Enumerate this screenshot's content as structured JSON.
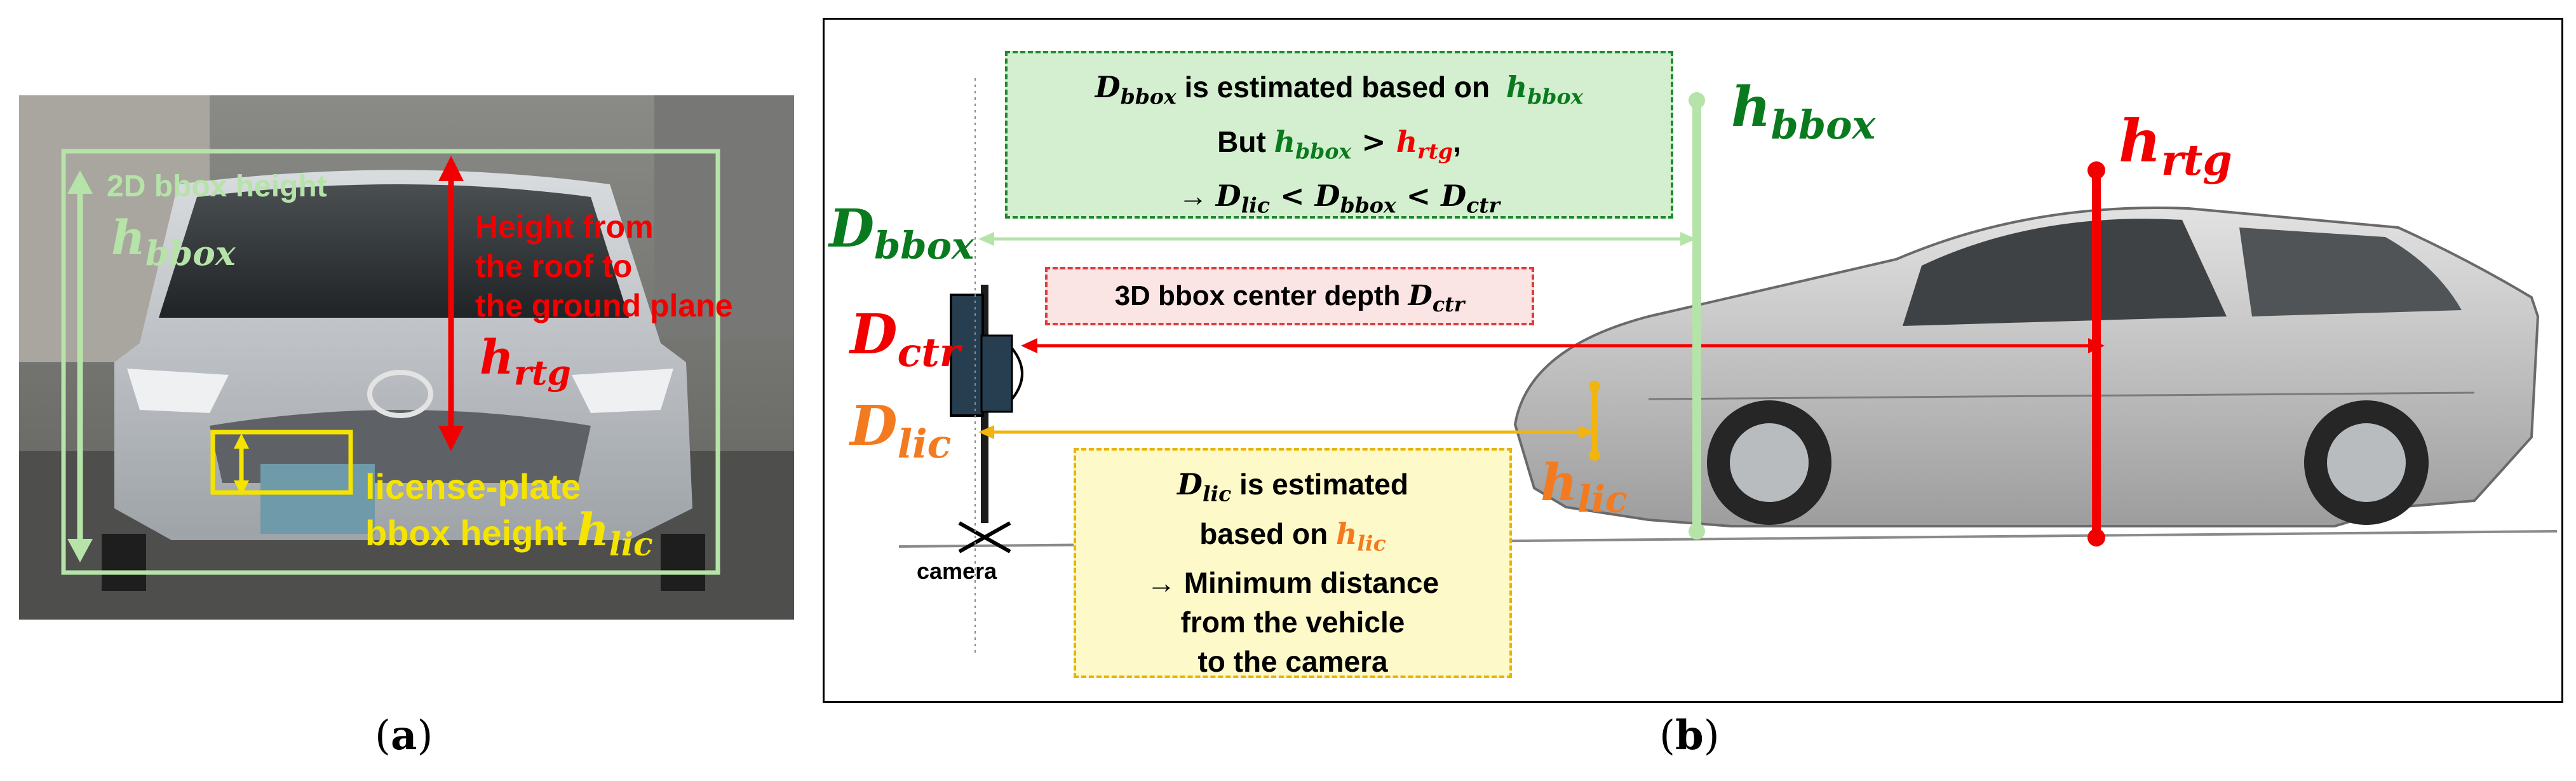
{
  "colors": {
    "green": "#0a7a1e",
    "light_green": "#b5e3a8",
    "red": "#f20000",
    "orange": "#f47a1f",
    "yellow": "#f5e400",
    "black": "#000000"
  },
  "panel_a": {
    "caption_letter": "a",
    "bbox_label": "2D bbox height",
    "h_bbox": {
      "base": "h",
      "sub": "bbox"
    },
    "height_text": [
      "Height  from",
      "the roof to",
      "the ground plane"
    ],
    "h_rtg": {
      "base": "h",
      "sub": "rtg"
    },
    "plate_text": [
      "license-plate",
      "bbox height"
    ],
    "h_lic": {
      "base": "h",
      "sub": "lic"
    }
  },
  "panel_b": {
    "caption_letter": "b",
    "green_box": {
      "line1_base": "D",
      "line1_sub": "bbox",
      "line1_text": " is estimated based on  ",
      "line1_h": "h",
      "line1_hsub": "bbox",
      "line2_prefix": "But ",
      "line2_a": "h",
      "line2_asub": "bbox",
      "line2_op": " > ",
      "line2_b": "h",
      "line2_bsub": "rtg",
      "line2_end": ",",
      "line3_arrow": "→ ",
      "line3": [
        {
          "b": "D",
          "s": "lic"
        },
        {
          "op": " < "
        },
        {
          "b": "D",
          "s": "bbox"
        },
        {
          "op": " < "
        },
        {
          "b": "D",
          "s": "ctr"
        }
      ]
    },
    "red_box": {
      "text": "3D bbox center depth ",
      "base": "D",
      "sub": "ctr"
    },
    "yellow_box": {
      "l1_base": "D",
      "l1_sub": "lic",
      "l1_text": " is estimated",
      "l2_text": "based on ",
      "l2_base": "h",
      "l2_sub": "lic",
      "l3": "→ Minimum distance",
      "l4": "from the vehicle",
      "l5": "to the camera"
    },
    "labels": {
      "D_bbox": {
        "base": "D",
        "sub": "bbox"
      },
      "D_ctr": {
        "base": "D",
        "sub": "ctr"
      },
      "D_lic": {
        "base": "D",
        "sub": "lic"
      },
      "h_bbox": {
        "base": "h",
        "sub": "bbox"
      },
      "h_rtg": {
        "base": "h",
        "sub": "rtg"
      },
      "h_lic": {
        "base": "h",
        "sub": "lic"
      }
    },
    "camera_label": "camera"
  }
}
